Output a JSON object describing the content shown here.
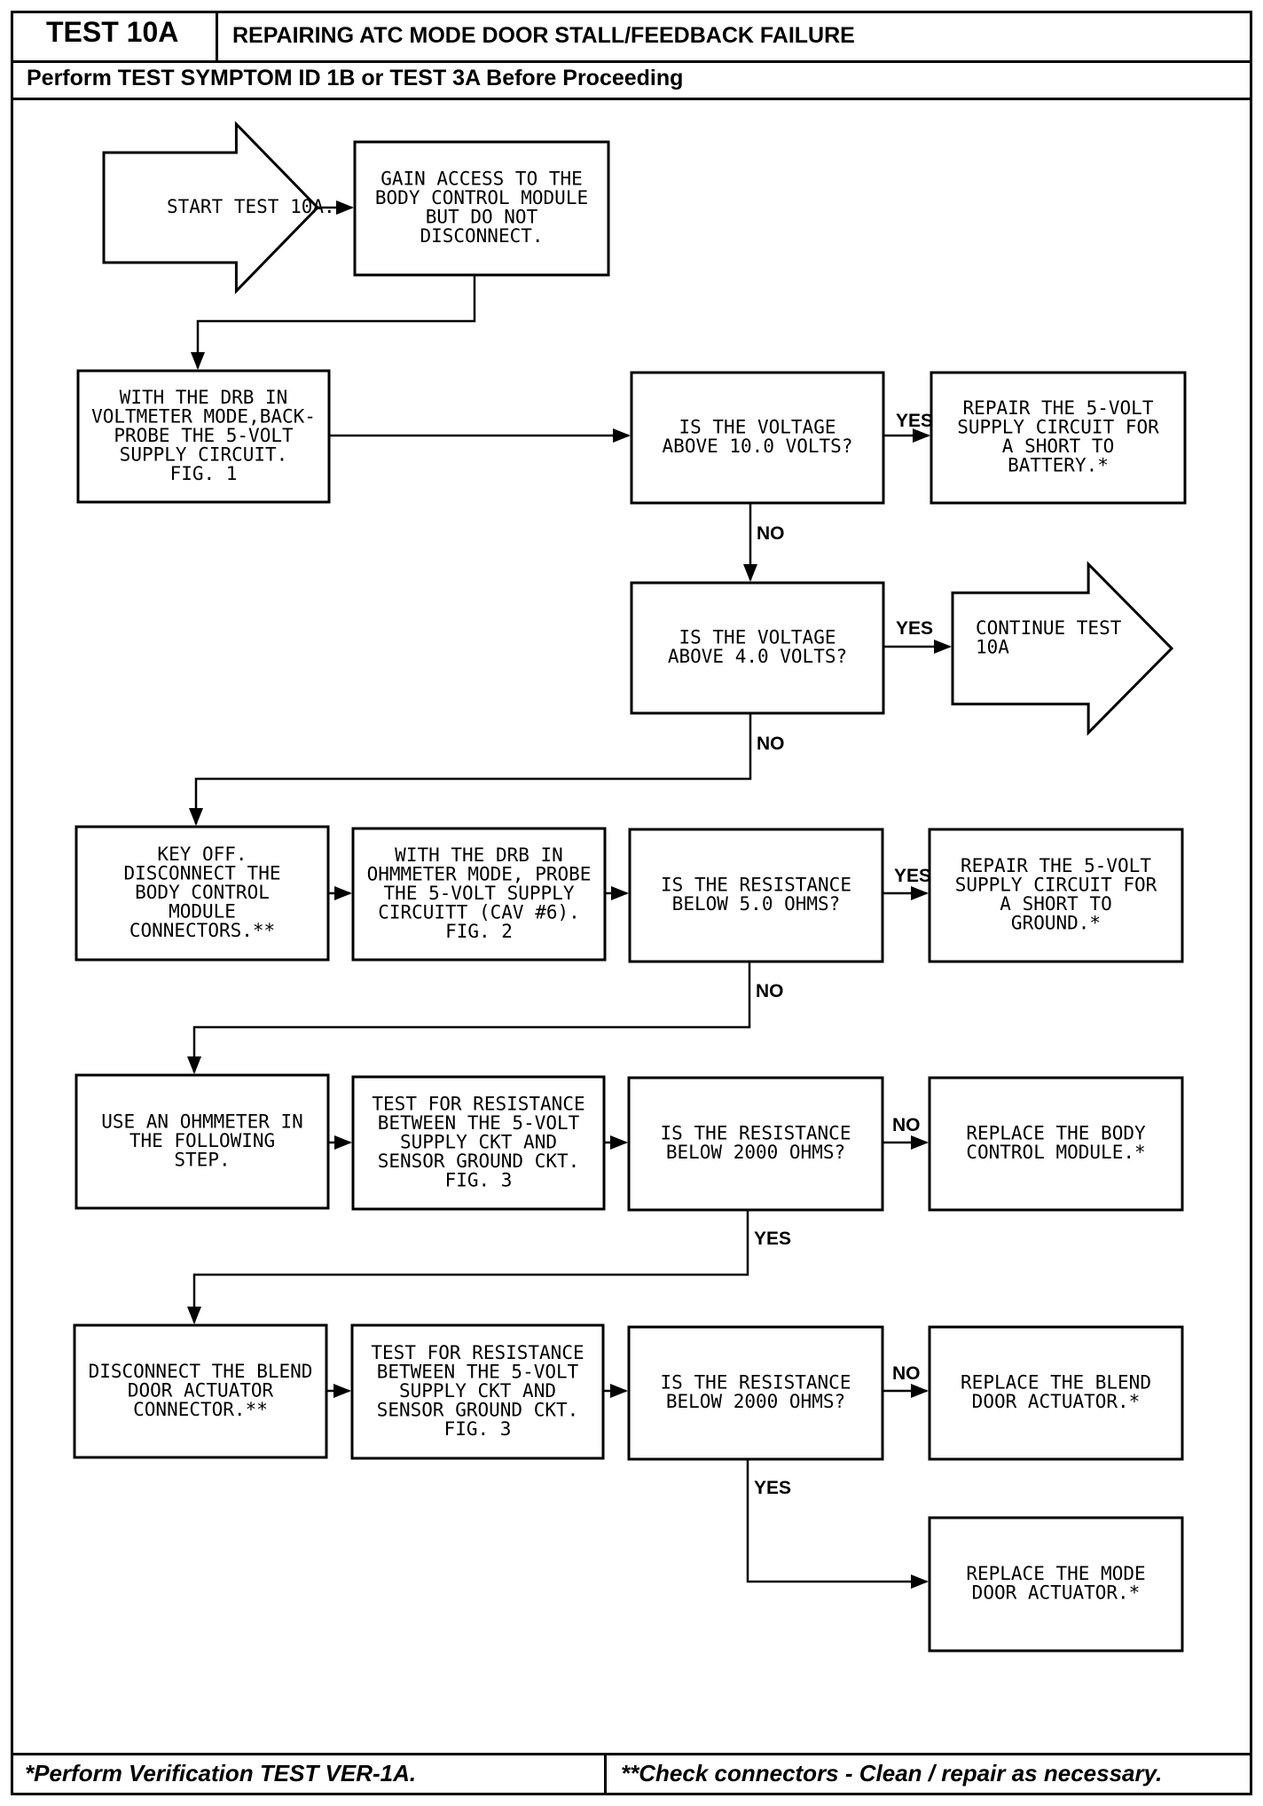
{
  "header": {
    "test_id": "TEST 10A",
    "title": "REPAIRING ATC MODE DOOR STALL/FEEDBACK FAILURE",
    "subtitle": "Perform TEST SYMPTOM ID 1B or TEST 3A Before Proceeding"
  },
  "footer": {
    "left": "*Perform Verification TEST VER-1A.",
    "right": "**Check connectors - Clean / repair as necessary."
  },
  "nodes": {
    "start": [
      "START TEST 10A."
    ],
    "gain_access": [
      "GAIN ACCESS TO THE",
      "BODY CONTROL MODULE",
      "BUT DO NOT",
      "DISCONNECT."
    ],
    "voltmeter": [
      "WITH THE DRB IN",
      "VOLTMETER MODE,BACK-",
      "PROBE THE 5-VOLT",
      "SUPPLY CIRCUIT.",
      "FIG. 1"
    ],
    "q_above10": [
      "IS THE VOLTAGE",
      "ABOVE 10.0 VOLTS?"
    ],
    "repair_battery": [
      "REPAIR THE 5-VOLT",
      "SUPPLY CIRCUIT FOR",
      "A SHORT TO",
      "BATTERY.*"
    ],
    "q_above4": [
      "IS THE VOLTAGE",
      "ABOVE 4.0 VOLTS?"
    ],
    "continue": [
      "CONTINUE TEST",
      "10A"
    ],
    "key_off": [
      "KEY OFF.",
      "DISCONNECT THE",
      "BODY CONTROL",
      "MODULE",
      "CONNECTORS.**"
    ],
    "ohmmeter_probe": [
      "WITH THE DRB IN",
      "OHMMETER MODE, PROBE",
      "THE 5-VOLT SUPPLY",
      "CIRCUITT (CAV #6).",
      "FIG. 2"
    ],
    "q_below5": [
      "IS THE RESISTANCE",
      "BELOW 5.0 OHMS?"
    ],
    "repair_ground": [
      "REPAIR THE 5-VOLT",
      "SUPPLY CIRCUIT FOR",
      "A SHORT TO",
      "GROUND.*"
    ],
    "use_ohmmeter": [
      "USE AN OHMMETER IN",
      "THE FOLLOWING",
      "STEP."
    ],
    "test_res1": [
      "TEST FOR RESISTANCE",
      "BETWEEN THE 5-VOLT",
      "SUPPLY CKT AND",
      "SENSOR GROUND CKT.",
      "FIG. 3"
    ],
    "q_below2000_1": [
      "IS THE RESISTANCE",
      "BELOW 2000 OHMS?"
    ],
    "replace_bcm": [
      "REPLACE THE BODY",
      "CONTROL MODULE.*"
    ],
    "disconnect_blend": [
      "DISCONNECT THE BLEND",
      "DOOR ACTUATOR",
      "CONNECTOR.**"
    ],
    "test_res2": [
      "TEST FOR RESISTANCE",
      "BETWEEN THE 5-VOLT",
      "SUPPLY CKT AND",
      "SENSOR GROUND CKT.",
      "FIG. 3"
    ],
    "q_below2000_2": [
      "IS THE RESISTANCE",
      "BELOW 2000 OHMS?"
    ],
    "replace_blend": [
      "REPLACE THE BLEND",
      "DOOR ACTUATOR.*"
    ],
    "replace_mode": [
      "REPLACE THE MODE",
      "DOOR ACTUATOR.*"
    ]
  },
  "edge_labels": {
    "yes": "YES",
    "no": "NO"
  }
}
